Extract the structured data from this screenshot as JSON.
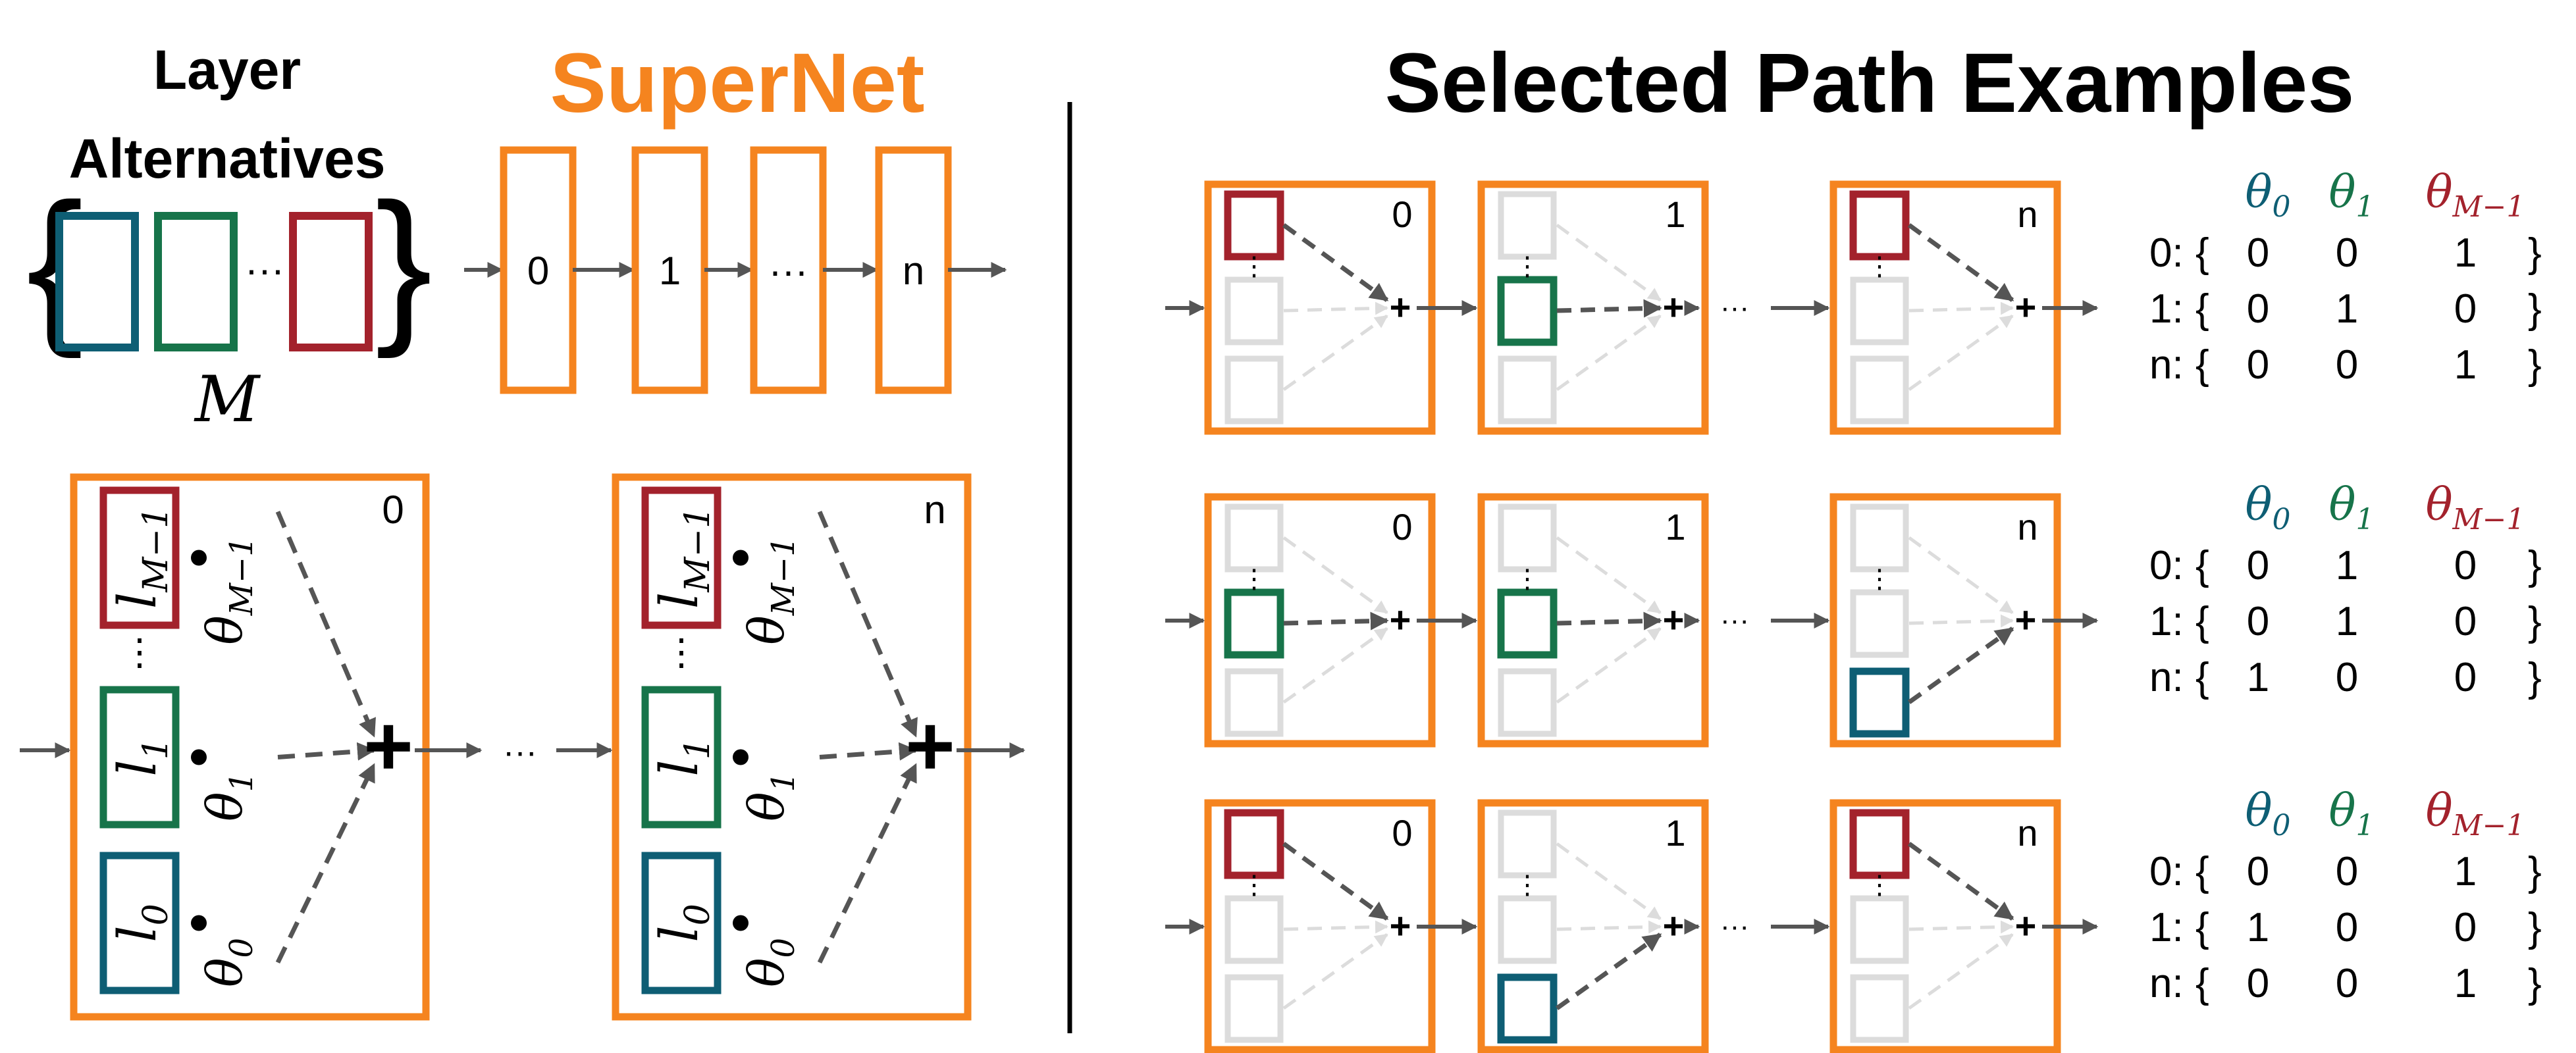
{
  "colors": {
    "orange": "#F5841F",
    "teal": "#0E5E74",
    "green": "#17744A",
    "red": "#A3222C",
    "gray_arrow": "#555555",
    "faded": "#dcdcdc",
    "black": "#000000"
  },
  "left": {
    "layer_alternatives_title_line1": "Layer",
    "layer_alternatives_title_line2": "Alternatives",
    "ellipsis": "···",
    "set_symbol": "M",
    "supernet_title": "SuperNet",
    "supernet_blocks": [
      "0",
      "1",
      "···",
      "n"
    ],
    "between_blocks_ellipsis": "···",
    "detail_blocks": [
      {
        "index": "0"
      },
      {
        "index": "n"
      }
    ],
    "layers": [
      {
        "layer": "l",
        "sub": "M−1",
        "theta": "θ",
        "theta_sub": "M−1"
      },
      {
        "layer": "l",
        "sub": "1",
        "theta": "θ",
        "theta_sub": "1"
      },
      {
        "layer": "l",
        "sub": "0",
        "theta": "θ",
        "theta_sub": "0"
      }
    ],
    "vdots": "⋮",
    "plus": "+"
  },
  "right": {
    "title": "Selected Path Examples",
    "block_labels": [
      "0",
      "1",
      "n"
    ],
    "between_ellipsis": "···",
    "theta_headers": [
      {
        "base": "θ",
        "sub": "0"
      },
      {
        "base": "θ",
        "sub": "1"
      },
      {
        "base": "θ",
        "sub": "M−1"
      }
    ],
    "examples": [
      {
        "selections": [
          2,
          1,
          2
        ],
        "rows": [
          {
            "label": "0:",
            "values": [
              "0",
              "0",
              "1"
            ]
          },
          {
            "label": "1:",
            "values": [
              "0",
              "1",
              "0"
            ]
          },
          {
            "label": "n:",
            "values": [
              "0",
              "0",
              "1"
            ]
          }
        ]
      },
      {
        "selections": [
          1,
          1,
          0
        ],
        "rows": [
          {
            "label": "0:",
            "values": [
              "0",
              "1",
              "0"
            ]
          },
          {
            "label": "1:",
            "values": [
              "0",
              "1",
              "0"
            ]
          },
          {
            "label": "n:",
            "values": [
              "1",
              "0",
              "0"
            ]
          }
        ]
      },
      {
        "selections": [
          2,
          0,
          2
        ],
        "rows": [
          {
            "label": "0:",
            "values": [
              "0",
              "0",
              "1"
            ]
          },
          {
            "label": "1:",
            "values": [
              "1",
              "0",
              "0"
            ]
          },
          {
            "label": "n:",
            "values": [
              "0",
              "0",
              "1"
            ]
          }
        ]
      }
    ],
    "brace_open": "{",
    "brace_close": "}"
  }
}
